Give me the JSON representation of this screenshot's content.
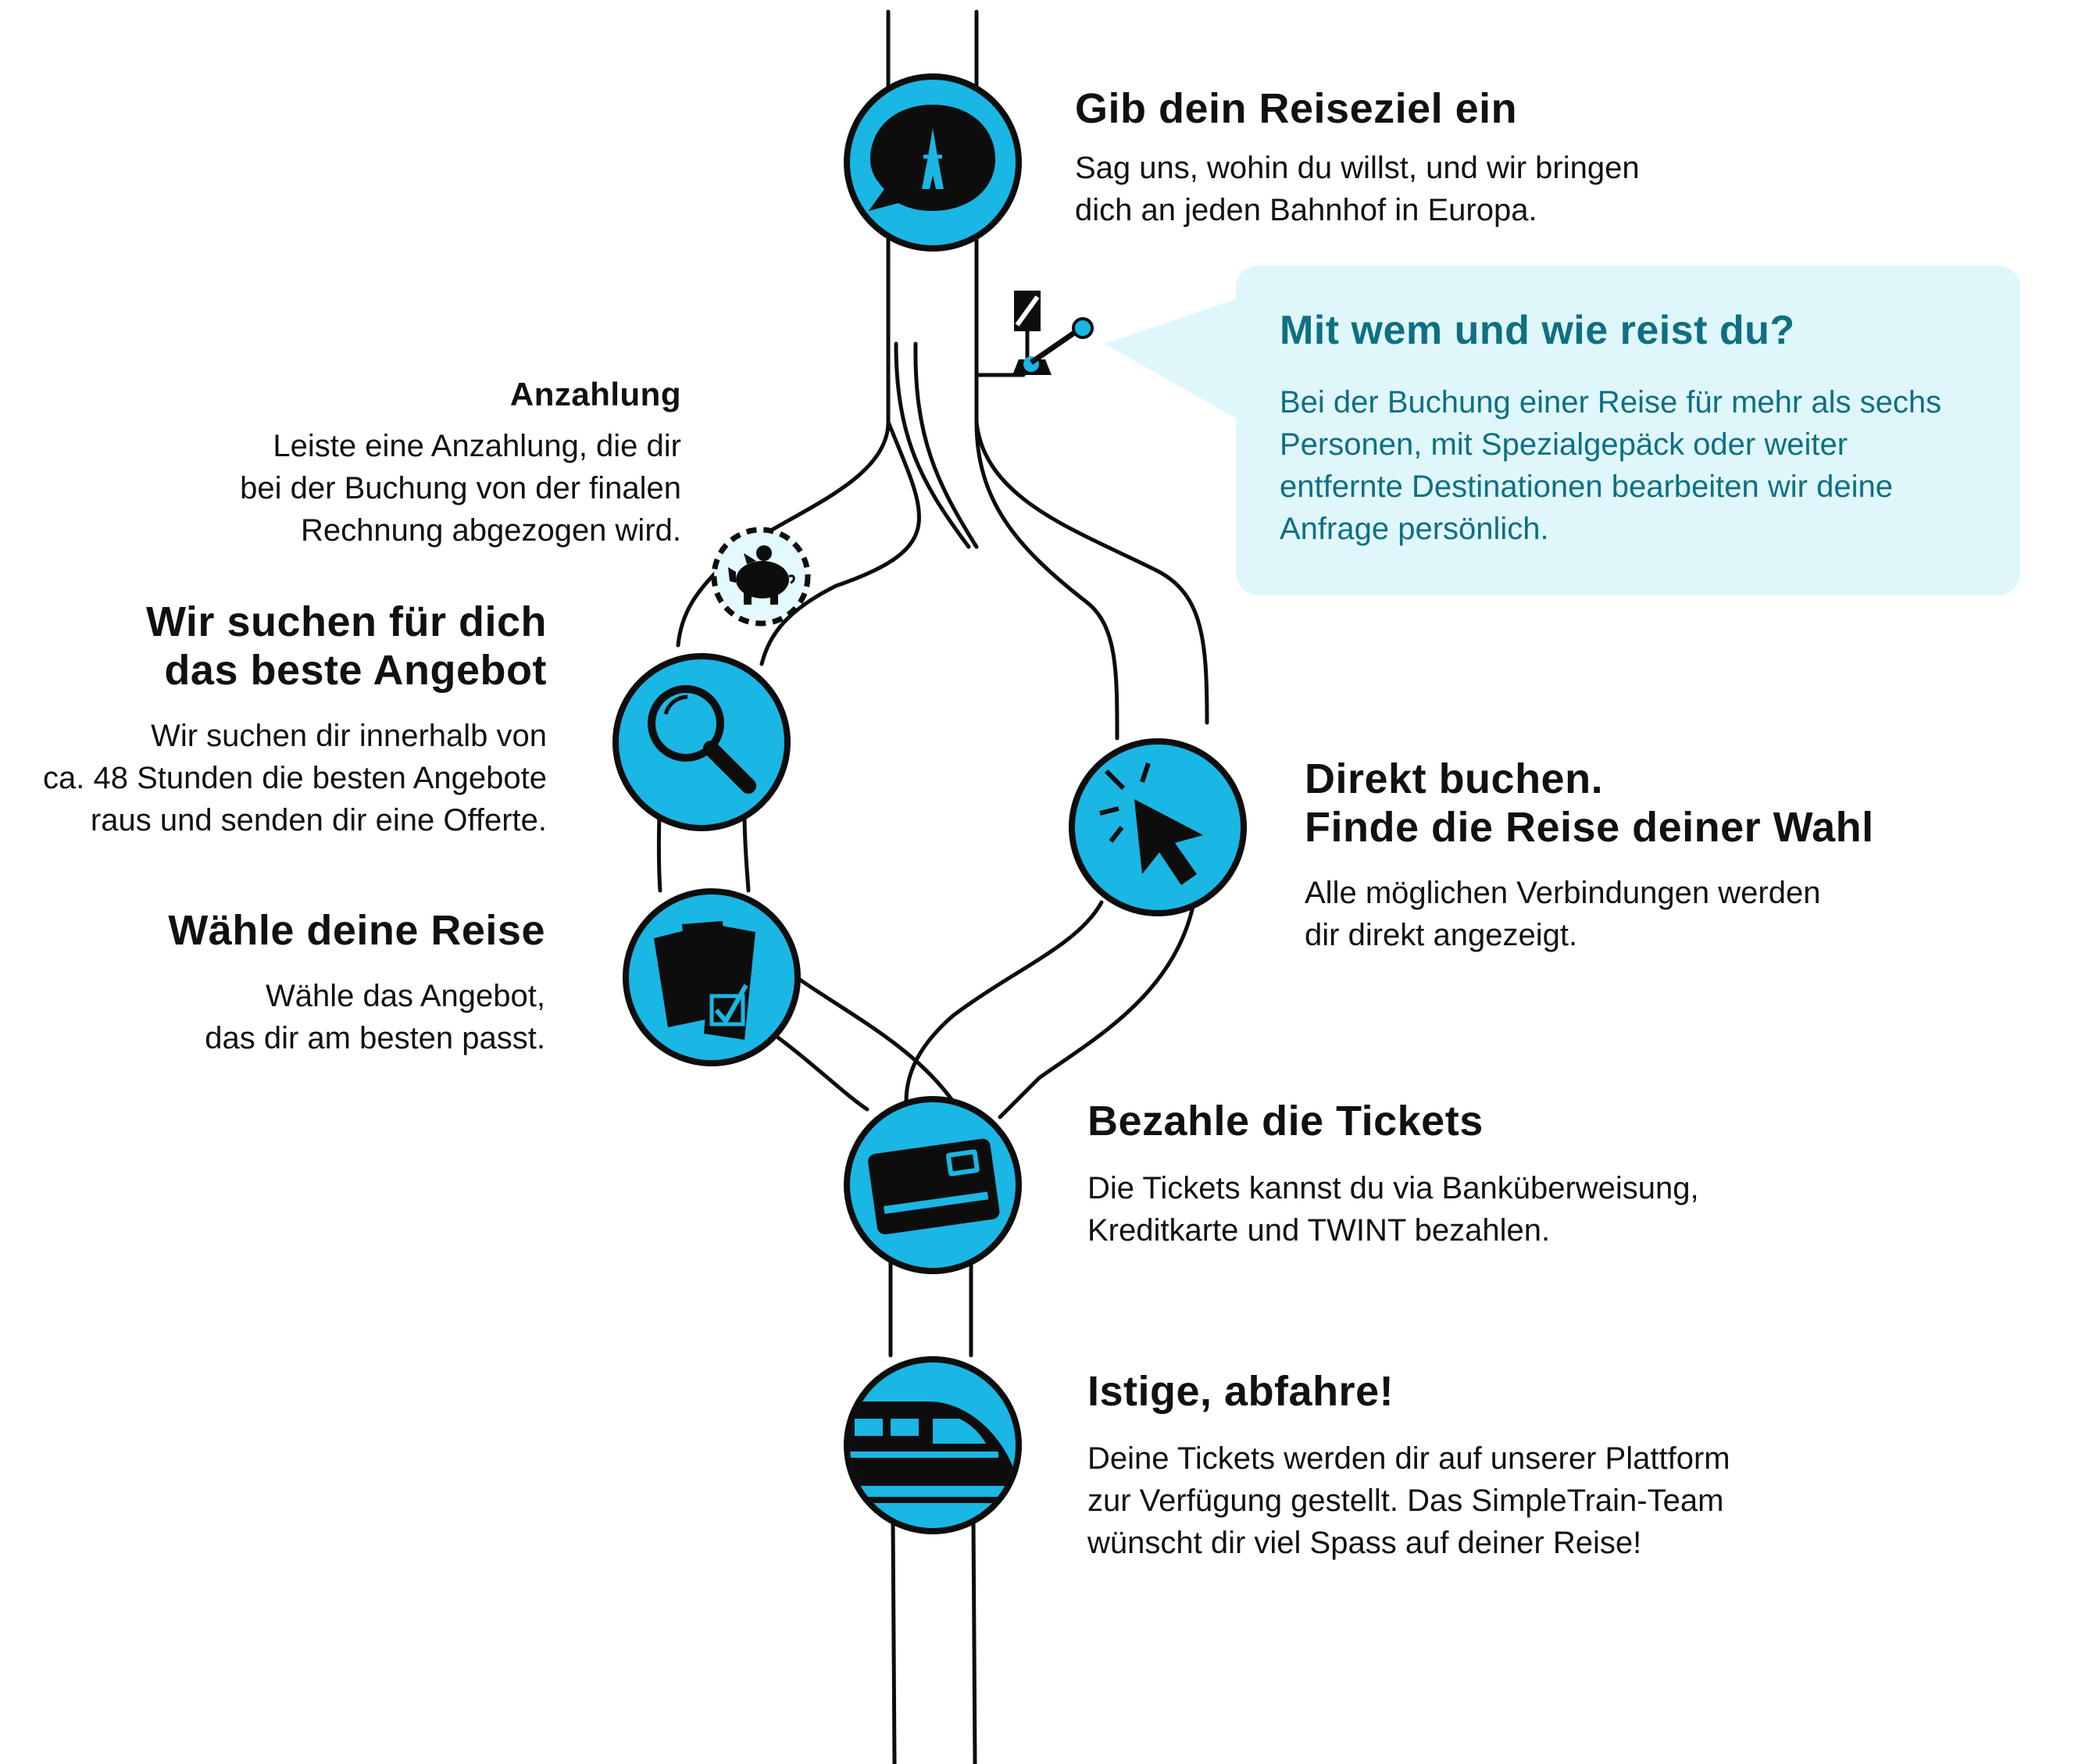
{
  "colors": {
    "accent": "#1ab6e4",
    "ink": "#0d0d0d",
    "bubble_bg": "#dff7fb",
    "bubble_text": "#0f6f83"
  },
  "steps": {
    "destination": {
      "title": "Gib dein Reiseziel ein",
      "desc": "Sag uns, wohin du willst, und wir bringen\ndich an jeden Bahnhof in Europa.",
      "icon": "eiffel-tower-speech-icon"
    },
    "question": {
      "title": "Mit wem und wie reist du?",
      "desc": "Bei der Buchung einer Reise für mehr als sechs\nPersonen, mit Spezialgepäck oder weiter\nentfernte Destinationen bearbeiten wir deine\nAnfrage persönlich.",
      "icon": "track-switch-icon"
    },
    "deposit": {
      "title": "Anzahlung",
      "desc": "Leiste eine Anzahlung, die dir\nbei der Buchung von der finalen\nRechnung abgezogen wird.",
      "icon": "piggy-bank-icon"
    },
    "search": {
      "title": "Wir suchen für dich\ndas beste Angebot",
      "desc": "Wir suchen dir innerhalb von\nca. 48 Stunden die besten Angebote\nraus und senden dir eine Offerte.",
      "icon": "magnifier-icon"
    },
    "choose": {
      "title": "Wähle deine Reise",
      "desc": "Wähle das Angebot,\ndas dir am besten passt.",
      "icon": "tickets-check-icon"
    },
    "direct": {
      "title": "Direkt buchen.\nFinde die Reise deiner Wahl",
      "desc": "Alle möglichen Verbindungen werden\ndir direkt angezeigt.",
      "icon": "cursor-click-icon"
    },
    "pay": {
      "title": "Bezahle die Tickets",
      "desc": "Die Tickets kannst du via Banküberweisung,\nKreditkarte und TWINT bezahlen.",
      "icon": "credit-card-icon"
    },
    "depart": {
      "title": "Istige, abfahre!",
      "desc": "Deine Tickets werden dir auf unserer Plattform\nzur Verfügung gestellt. Das SimpleTrain-Team\nwünscht dir viel Spass auf deiner Reise!",
      "icon": "train-icon"
    }
  }
}
